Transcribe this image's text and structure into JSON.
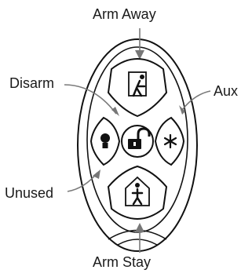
{
  "labels": {
    "arm_away": "Arm Away",
    "disarm": "Disarm",
    "aux": "Aux",
    "unused": "Unused",
    "arm_stay": "Arm Stay"
  },
  "icons": {
    "arm_away_button": "person-exiting-door-icon",
    "arm_stay_button": "person-in-house-icon",
    "disarm_button": "unlocked-padlock-icon",
    "aux_button": "asterisk-icon",
    "unused_button": "light-bulb-icon"
  }
}
